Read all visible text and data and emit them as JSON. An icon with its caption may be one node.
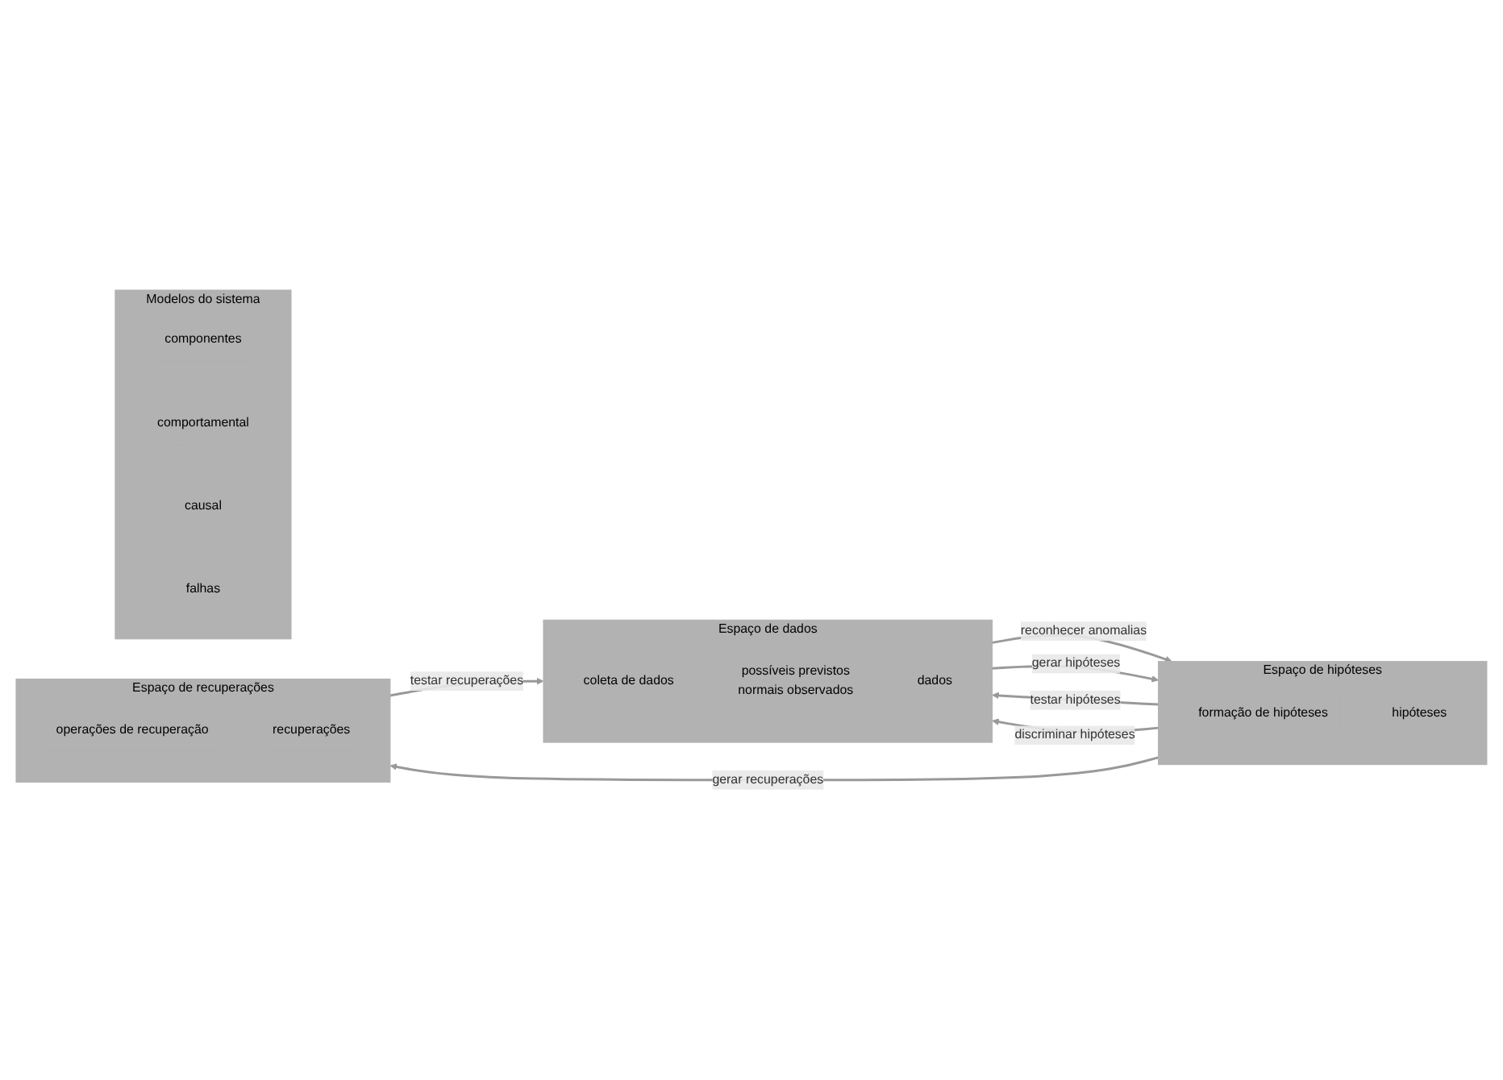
{
  "diagram": {
    "nodes": [
      {
        "text": [
          "Espaço de dados"
        ]
      },
      {
        "text": [
          "coleta de dados"
        ],
        "in": 0
      },
      {
        "text": [
          "possíveis previstos",
          "normais observados"
        ],
        "in": 0
      },
      {
        "text": [
          "dados"
        ],
        "in": 0
      },
      {
        "text": [
          "Espaço de hipóteses"
        ]
      },
      {
        "text": [
          "formação de hipóteses"
        ],
        "in": 4
      },
      {
        "text": [
          "hipóteses"
        ],
        "in": 4
      },
      {
        "text": [
          "Espaço de recuperações"
        ]
      },
      {
        "text": [
          "operações de recuperação"
        ],
        "in": 7
      },
      {
        "text": [
          "recuperações"
        ],
        "in": 7
      },
      {
        "text": [
          "Modelos do sistema"
        ]
      },
      {
        "text": [
          "componentes"
        ],
        "in": 10
      },
      {
        "text": [
          "comportamental"
        ],
        "in": 10
      },
      {
        "text": [
          "causal"
        ],
        "in": 10
      },
      {
        "text": [
          "falhas"
        ],
        "in": 10
      }
    ],
    "edges": [
      {
        "from": 0,
        "to": 4,
        "arrow": "to",
        "label": "reconhecer anomalias"
      },
      {
        "from": 0,
        "to": 4,
        "arrow": "to",
        "label": "gerar hipóteses"
      },
      {
        "from": 4,
        "to": 0,
        "arrow": "to",
        "label": "testar hipóteses"
      },
      {
        "from": 4,
        "to": 0,
        "arrow": "to",
        "label": "discriminar hipóteses"
      },
      {
        "from": 4,
        "to": 7,
        "arrow": "to",
        "label": "gerar recuperações"
      },
      {
        "from": 7,
        "to": 0,
        "arrow": "to",
        "label": "testar recuperações"
      }
    ]
  }
}
